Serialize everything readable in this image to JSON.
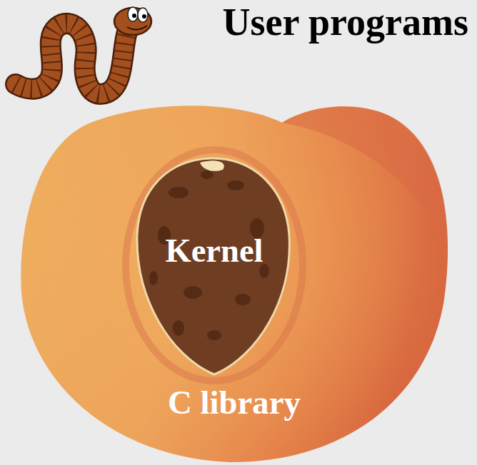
{
  "diagram": {
    "nodes": [
      {
        "text": [
          "C library"
        ]
      },
      {
        "text": [
          "Kernel"
        ],
        "in": 0
      }
    ],
    "labels": [
      "User programs"
    ]
  }
}
